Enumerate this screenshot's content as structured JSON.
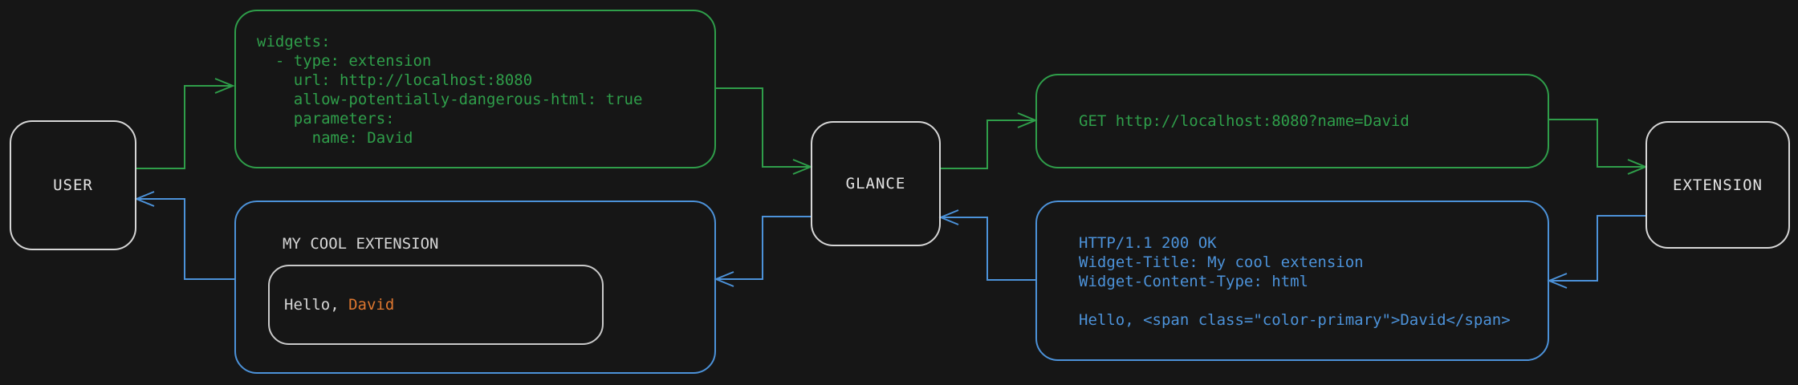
{
  "colors": {
    "background": "#161616",
    "request_green": "#2f9e4a",
    "response_blue": "#4c92d9",
    "accent_orange": "#de772f",
    "node_border_gray": "#d6d6d6"
  },
  "nodes": {
    "user": {
      "label": "USER"
    },
    "glance": {
      "label": "GLANCE"
    },
    "extension": {
      "label": "EXTENSION"
    }
  },
  "yaml_box": {
    "lines": [
      "widgets:",
      "  - type: extension",
      "    url: http://localhost:8080",
      "    allow-potentially-dangerous-html: true",
      "    parameters:",
      "      name: David"
    ]
  },
  "get_box": {
    "text": "GET http://localhost:8080?name=David"
  },
  "response_box": {
    "lines": [
      "HTTP/1.1 200 OK",
      "Widget-Title: My cool extension",
      "Widget-Content-Type: html",
      "",
      "Hello, <span class=\"color-primary\">David</span>"
    ]
  },
  "widget_box": {
    "title": "MY COOL EXTENSION",
    "hello_prefix": "Hello, ",
    "hello_name": "David"
  }
}
